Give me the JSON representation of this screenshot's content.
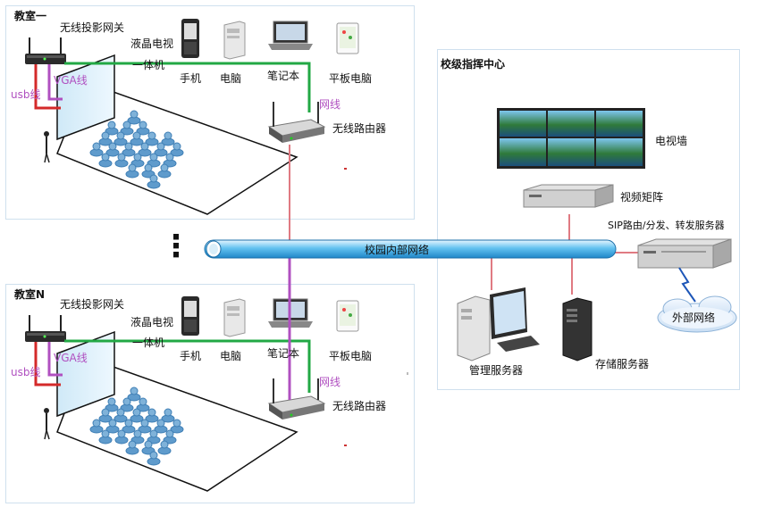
{
  "classroom1": {
    "title": "教室一",
    "gateway": "无线投影网关",
    "lcd": "液晶电视",
    "allinone": "一体机",
    "usb": "usb线",
    "vga": "VGA线",
    "phone": "手机",
    "pc": "电脑",
    "laptop": "笔记本",
    "tablet": "平板电脑",
    "net_cable": "网线",
    "router": "无线路由器"
  },
  "classroomN": {
    "title": "教室N",
    "gateway": "无线投影网关",
    "lcd": "液晶电视",
    "allinone": "一体机",
    "usb": "usb线",
    "vga": "VGA线",
    "phone": "手机",
    "pc": "电脑",
    "laptop": "笔记本",
    "tablet": "平板电脑",
    "net_cable": "网线",
    "router": "无线路由器"
  },
  "ellipsis": "⋮",
  "backbone": "校园内部网络",
  "command_center": {
    "title": "校级指挥中心",
    "video_wall": "电视墙",
    "video_matrix": "视频矩阵",
    "sip_server": "SIP路由/分发、转发服务器",
    "external_net": "外部网络",
    "mgmt_server": "管理服务器",
    "storage_server": "存储服务器"
  },
  "colors": {
    "green_link": "#22a844",
    "red_link": "#d42a2a",
    "purple_link": "#b050c0",
    "pink_link": "#e07a82",
    "backbone": "#2f9fde",
    "panel_border": "#cfe0ee"
  }
}
